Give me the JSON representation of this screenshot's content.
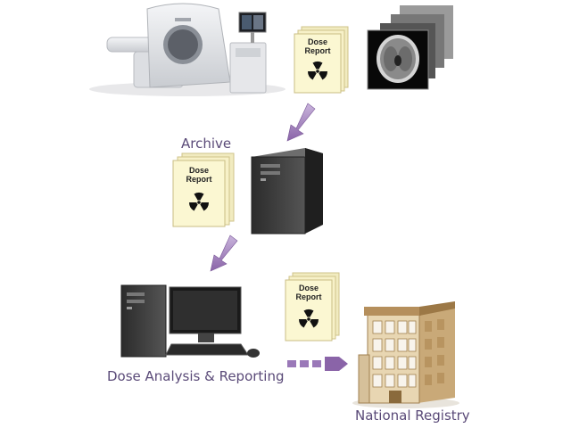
{
  "labels": {
    "archive": "Archive",
    "analysis": "Dose Analysis & Reporting",
    "registry": "National Registry"
  },
  "dose_report": {
    "line1": "Dose",
    "line2": "Report"
  },
  "colors": {
    "label_text": "#5a4a78",
    "arrow_purple": "#9a78b8",
    "report_paper": "#fbf7d2"
  },
  "icons": {
    "scanner": "ct-scanner-icon",
    "scan_images": "ct-scan-images-icon",
    "archive_server": "server-tower-icon",
    "workstation": "desktop-computer-icon",
    "registry_building": "office-building-icon",
    "radiation": "radiation-trefoil-icon"
  }
}
